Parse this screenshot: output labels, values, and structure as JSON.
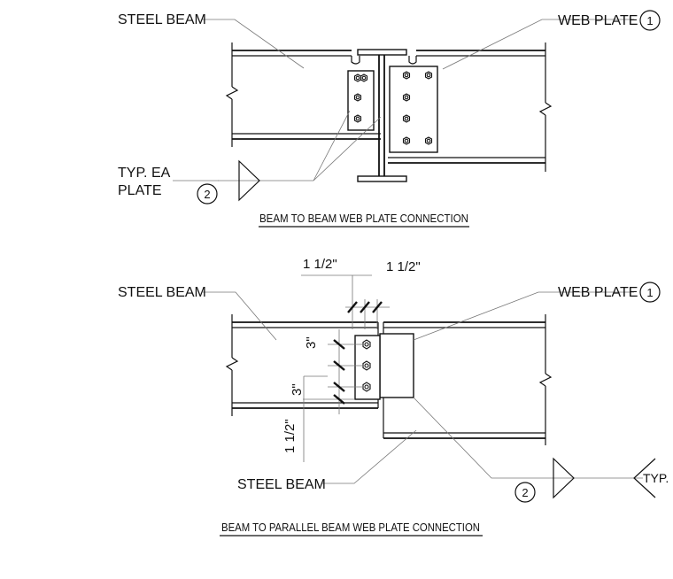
{
  "top": {
    "steel_beam": "STEEL BEAM",
    "web_plate": "WEB PLATE",
    "web_plate_num": "1",
    "typ_ea": "TYP. EA",
    "plate": "PLATE",
    "weld_num": "2",
    "title": "BEAM TO BEAM WEB PLATE CONNECTION"
  },
  "bottom": {
    "steel_beam_top": "STEEL BEAM",
    "steel_beam_bottom": "STEEL BEAM",
    "web_plate": "WEB PLATE",
    "web_plate_num": "1",
    "typ": "TYP.",
    "weld_num": "2",
    "dim_edge_left": "1 1/2\"",
    "dim_edge_right": "1 1/2\"",
    "dim_spacing_1": "3\"",
    "dim_spacing_2": "3\"",
    "dim_end": "1 1/2\"",
    "title": "BEAM TO PARALLEL BEAM WEB PLATE CONNECTION"
  }
}
